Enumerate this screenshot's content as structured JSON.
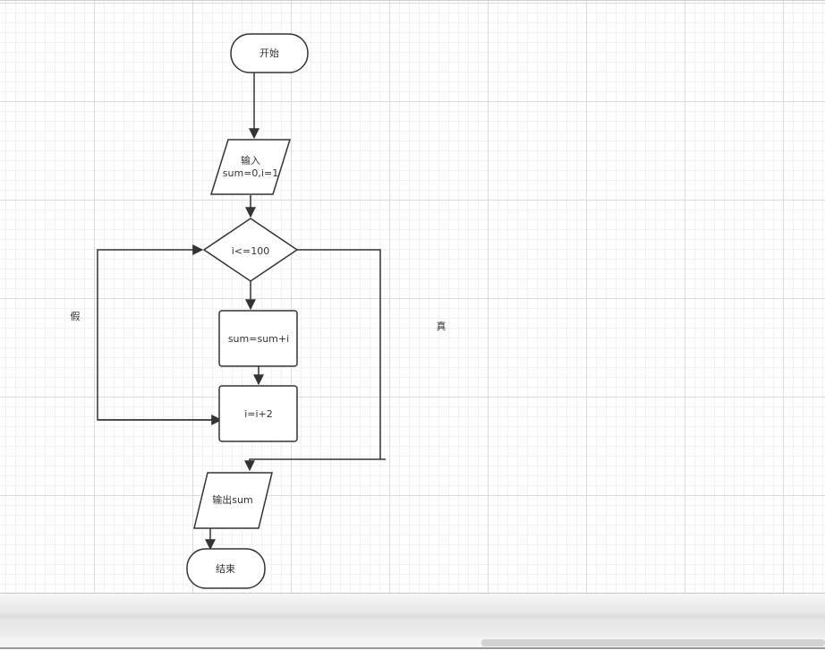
{
  "flowchart": {
    "start_label": "开始",
    "input_title": "输入",
    "input_value": "sum=0,i=1",
    "condition": "i<=100",
    "sum_step": "sum=sum+i",
    "increment_step": "i=i+2",
    "output_label": "输出sum",
    "end_label": "结束",
    "false_label": "假",
    "true_label": "真"
  },
  "colors": {
    "stroke": "#333333",
    "fill": "#ffffff",
    "grid_major": "#dcdcdc",
    "grid_minor": "#f1f1f1"
  }
}
